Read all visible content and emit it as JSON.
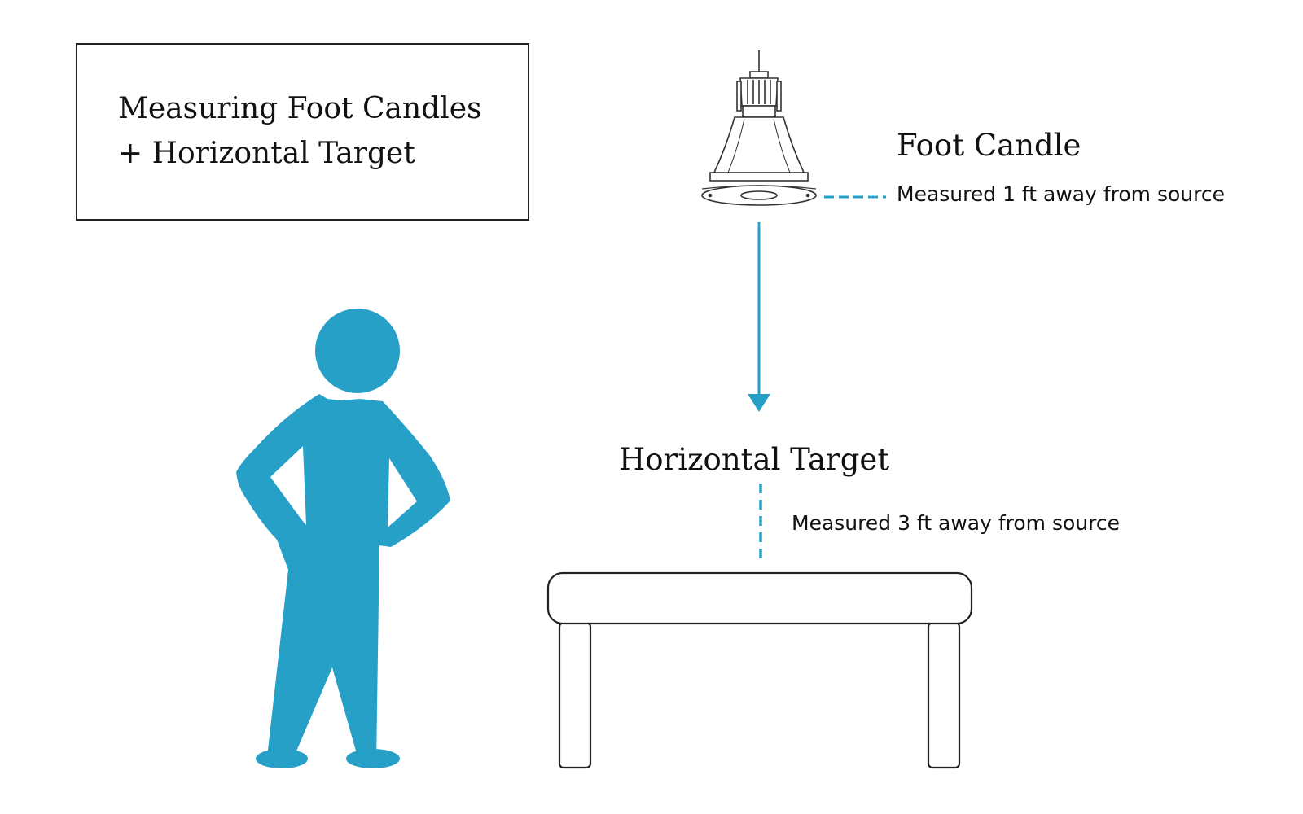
{
  "title": {
    "line1": "Measuring Foot Candles",
    "line2": "+ Horizontal Target"
  },
  "foot_candle": {
    "label": "Foot Candle",
    "note": "Measured 1 ft away from source"
  },
  "horizontal_target": {
    "label": "Horizontal Target",
    "note": "Measured 3 ft away from source"
  },
  "colors": {
    "accent": "#27A0C8",
    "outline": "#222222",
    "text": "#111111"
  },
  "icons": [
    "pendant-lamp-icon",
    "person-icon",
    "table-icon",
    "down-arrow-icon"
  ]
}
